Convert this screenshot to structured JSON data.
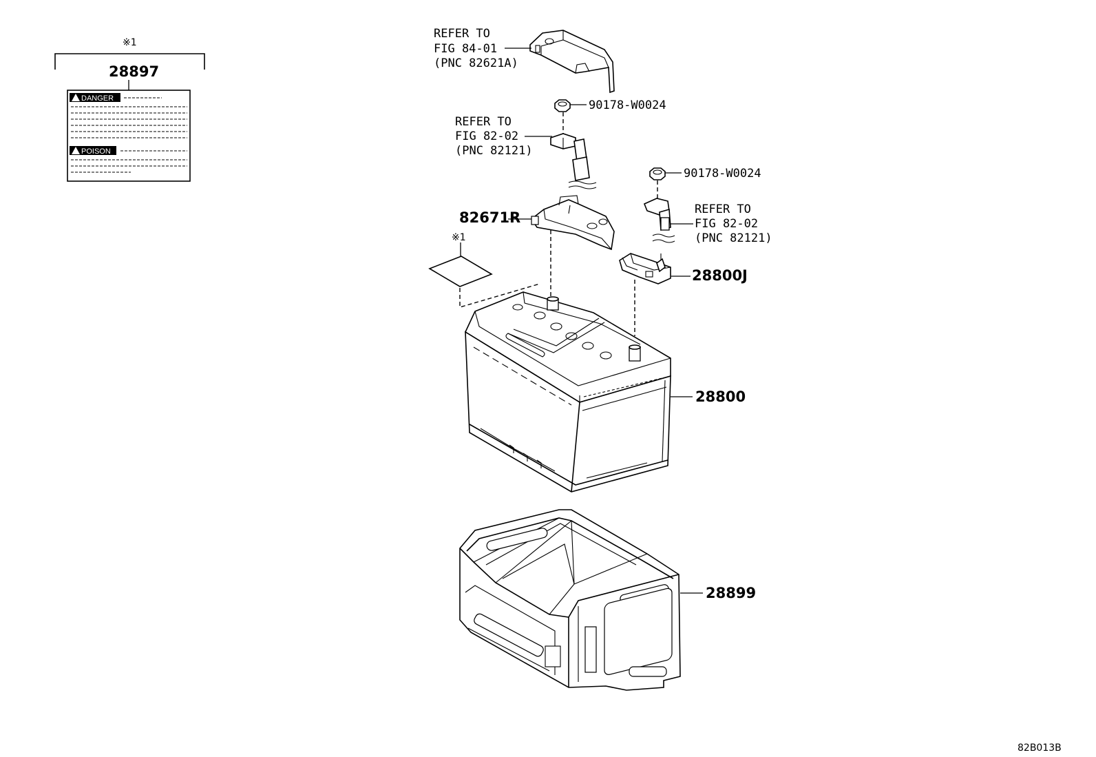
{
  "labels": {
    "note_mark_top": "※1",
    "note_mark_mid": "※1",
    "part_28897": "28897",
    "part_82671R": "82671R",
    "part_28800J": "28800J",
    "part_28800": "28800",
    "part_28899": "28899",
    "bolt_1": "90178-W0024",
    "bolt_2": "90178-W0024",
    "ref_cover": [
      "REFER TO",
      "FIG 84-01",
      "(PNC 82621A)"
    ],
    "ref_pos": [
      "REFER TO",
      "FIG 82-02",
      "(PNC 82121)"
    ],
    "ref_neg": [
      "REFER TO",
      "FIG 82-02",
      "(PNC 82121)"
    ],
    "diagram_code": "82B013B"
  },
  "sticker": {
    "danger": "DANGER",
    "poison": "POISON"
  }
}
